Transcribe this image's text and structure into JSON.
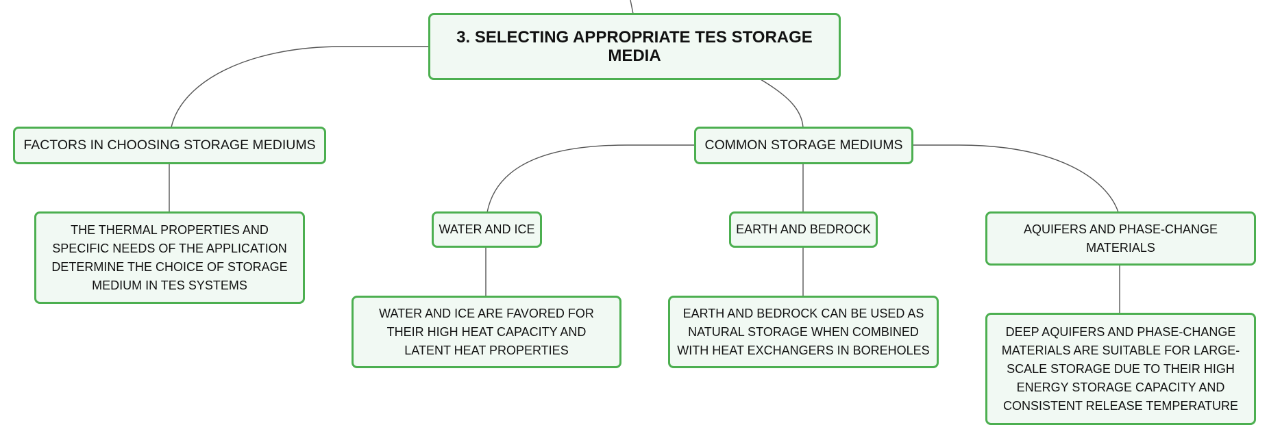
{
  "diagram": {
    "root": {
      "label": "3. SELECTING APPROPRIATE TES STORAGE MEDIA"
    },
    "factors": {
      "label": "FACTORS IN CHOOSING STORAGE MEDIUMS",
      "detail": "THE THERMAL PROPERTIES AND SPECIFIC NEEDS OF THE APPLICATION DETERMINE THE CHOICE OF STORAGE MEDIUM IN TES SYSTEMS"
    },
    "common": {
      "label": "COMMON STORAGE MEDIUMS",
      "children": [
        {
          "label": "WATER AND ICE",
          "detail": "WATER AND ICE ARE FAVORED FOR THEIR HIGH HEAT CAPACITY AND LATENT HEAT PROPERTIES"
        },
        {
          "label": "EARTH AND BEDROCK",
          "detail": "EARTH AND BEDROCK CAN BE USED AS NATURAL STORAGE WHEN COMBINED WITH HEAT EXCHANGERS IN BOREHOLES"
        },
        {
          "label": "AQUIFERS AND PHASE-CHANGE MATERIALS",
          "detail": "DEEP AQUIFERS AND PHASE-CHANGE MATERIALS ARE SUITABLE FOR LARGE-SCALE STORAGE DUE TO THEIR HIGH ENERGY STORAGE CAPACITY AND CONSISTENT RELEASE TEMPERATURE"
        }
      ]
    },
    "colors": {
      "border": "#4caf50",
      "fill": "#f1f9f3",
      "connector": "#555555",
      "text": "#111111"
    }
  }
}
